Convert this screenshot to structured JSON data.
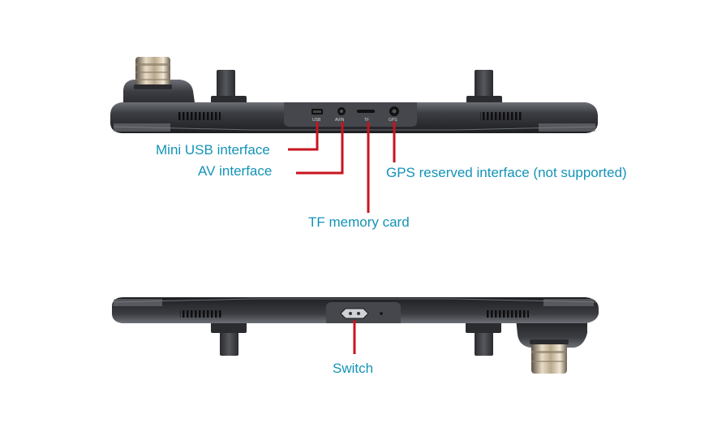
{
  "colors": {
    "label_text": "#1493b7",
    "callout_line": "#c8141e",
    "device_body": "#3b3d42",
    "device_dark": "#1e1f22",
    "device_highlight": "#8a8d93",
    "lens_metal": "#b9a98e"
  },
  "top_view": {
    "ports": {
      "usb": "USB",
      "av_in": "AVIN",
      "tf": "TF",
      "gps": "GPS"
    },
    "callouts": {
      "mini_usb": "Mini USB interface",
      "av": "AV interface",
      "gps": "GPS reserved interface (not supported)",
      "tf": "TF memory card"
    }
  },
  "bottom_view": {
    "callouts": {
      "switch": "Switch"
    }
  }
}
